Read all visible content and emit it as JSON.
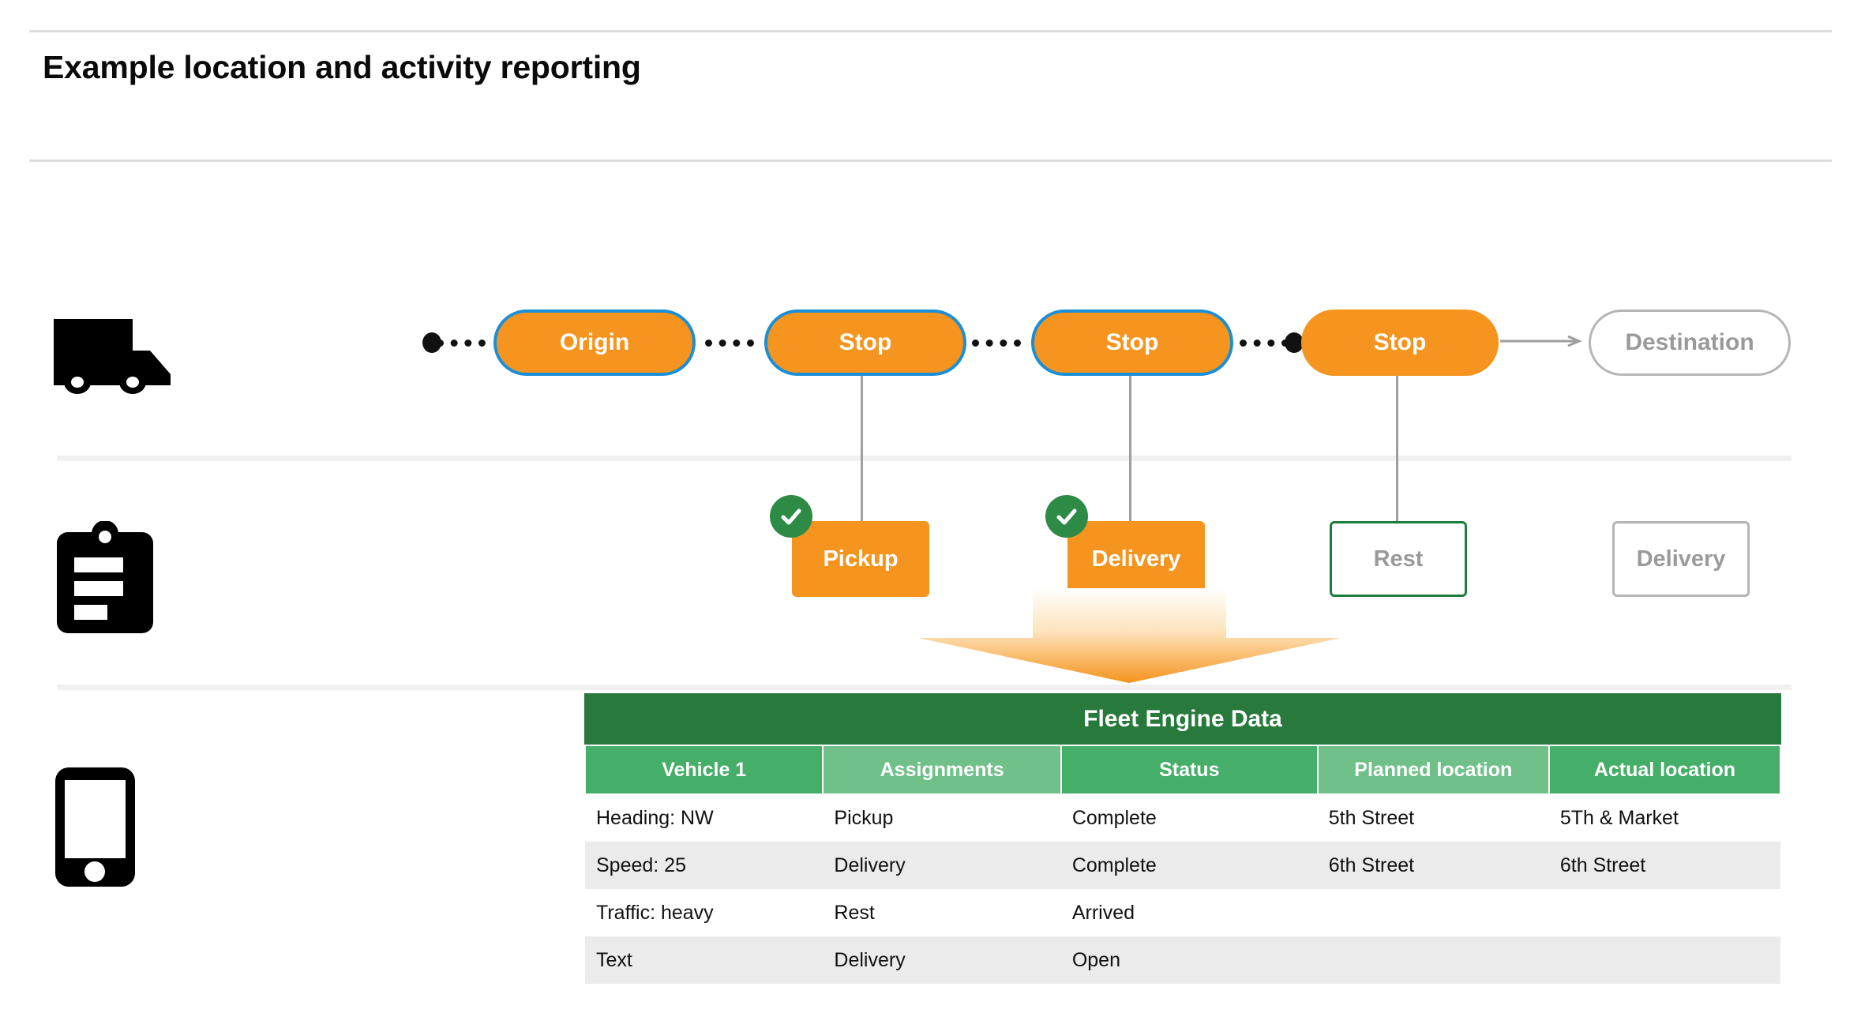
{
  "header": {
    "title": "Example location and activity reporting"
  },
  "rows": {
    "vehicle": {
      "icon": "truck-icon"
    },
    "activity": {
      "icon": "clipboard-icon"
    },
    "device": {
      "icon": "phone-icon"
    }
  },
  "route": {
    "stops": [
      {
        "label": "Origin",
        "style": "orange-bordered"
      },
      {
        "label": "Stop",
        "style": "orange-bordered"
      },
      {
        "label": "Stop",
        "style": "orange-bordered"
      },
      {
        "label": "Stop",
        "style": "orange-plain"
      },
      {
        "label": "Destination",
        "style": "ghost"
      }
    ]
  },
  "activities": [
    {
      "label": "Pickup",
      "state": "complete",
      "checked": true
    },
    {
      "label": "Delivery",
      "state": "complete",
      "checked": true
    },
    {
      "label": "Rest",
      "state": "arrived",
      "checked": false
    },
    {
      "label": "Delivery",
      "state": "open",
      "checked": false
    }
  ],
  "table": {
    "title": "Fleet Engine Data",
    "columns": [
      "Vehicle 1",
      "Assignments",
      "Status",
      "Planned location",
      "Actual location"
    ],
    "rows": [
      [
        "Heading: NW",
        "Pickup",
        "Complete",
        "5th Street",
        "5Th & Market"
      ],
      [
        "Speed: 25",
        "Delivery",
        "Complete",
        "6th Street",
        "6th Street"
      ],
      [
        "Traffic: heavy",
        "Rest",
        "Arrived",
        "",
        ""
      ],
      [
        "Text",
        "Delivery",
        "Open",
        "",
        ""
      ]
    ]
  },
  "colors": {
    "orange": "#F5941E",
    "blue_border": "#1A8FD6",
    "green_check": "#2E8B46",
    "green_title": "#27793C",
    "green_header_dark": "#45AE68",
    "green_header_light": "#6FC089",
    "ghost_border": "#b5b5b5",
    "row_alt": "#ebebeb"
  }
}
